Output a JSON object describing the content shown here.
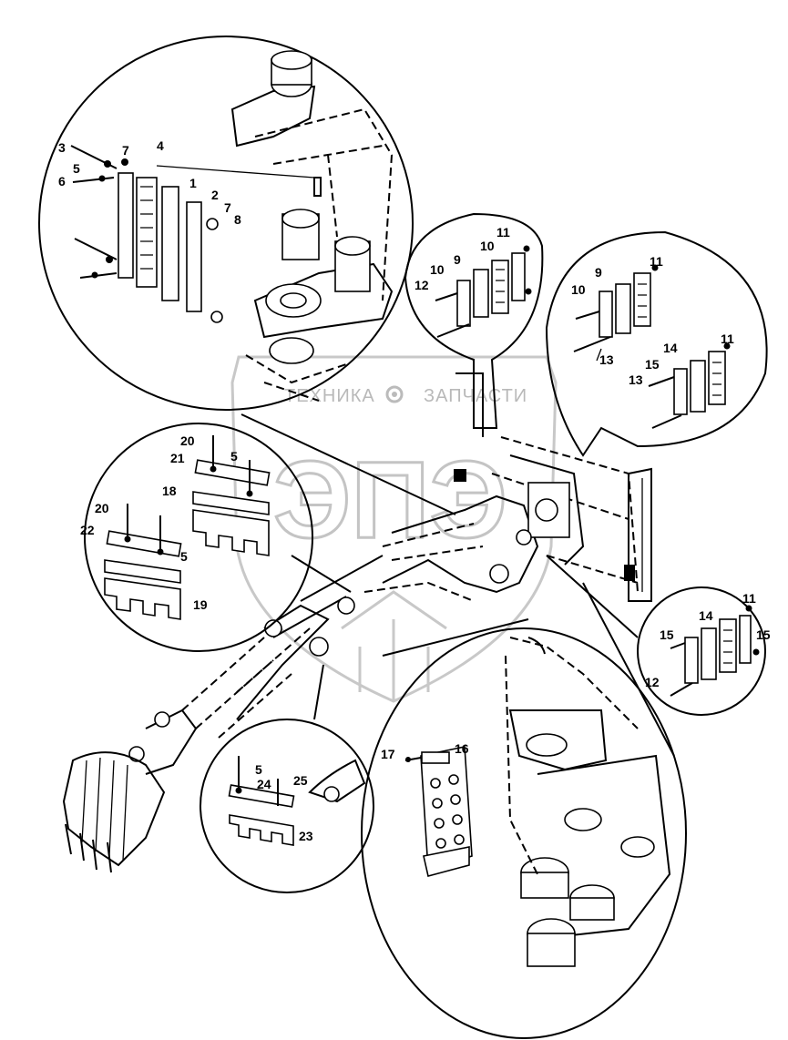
{
  "watermark": {
    "text_left": "ТЕХНИКА",
    "text_right": "ЗАПЧАСТИ",
    "logo_letters": "ЭПЭ"
  },
  "callouts": {
    "c1": "1",
    "c2": "2",
    "c3": "3",
    "c4": "4",
    "c5": "5",
    "c6": "6",
    "c7": "7",
    "c8": "8",
    "c9": "9",
    "c10": "10",
    "c11": "11",
    "c12": "12",
    "c13": "13",
    "c14": "14",
    "c15": "15",
    "c16": "16",
    "c17": "17",
    "c18": "18",
    "c19": "19",
    "c20": "20",
    "c21": "21",
    "c22": "22",
    "c23": "23",
    "c24": "24",
    "c25": "25"
  }
}
